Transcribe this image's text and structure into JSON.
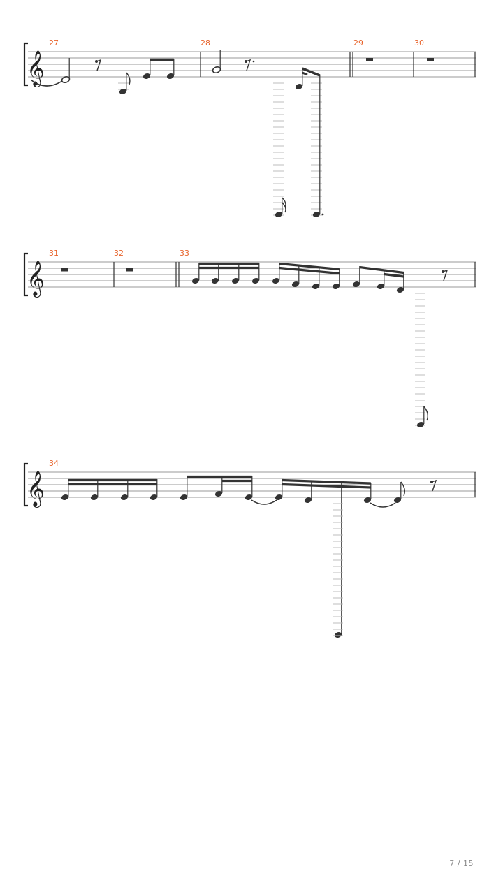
{
  "colors": {
    "measure_number": "#e8642c",
    "staff_line": "#9a9a9a",
    "ledger_line": "#bdbdbd",
    "ink": "#333333",
    "page_number": "#888888"
  },
  "clef": "treble-clef",
  "systems": [
    {
      "measures": [
        "27",
        "28",
        "29",
        "30"
      ]
    },
    {
      "measures": [
        "31",
        "32",
        "33"
      ]
    },
    {
      "measures": [
        "34"
      ]
    }
  ],
  "page_indicator": "7 / 15"
}
